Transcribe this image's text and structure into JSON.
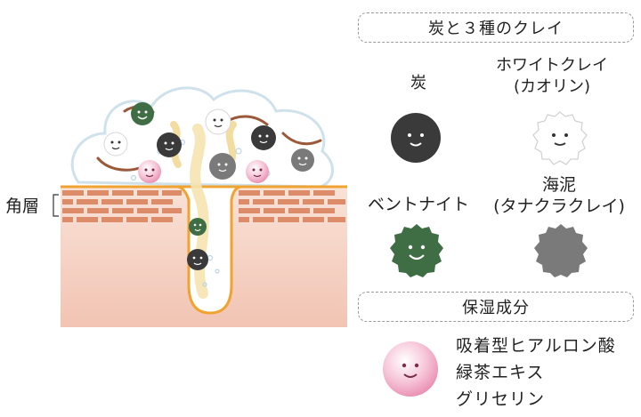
{
  "diagram": {
    "skin_layer_label": "角層"
  },
  "clays": {
    "title": "炭と３種のクレイ",
    "items": [
      {
        "label": "炭",
        "color": "#3a3a3a",
        "icon": "charcoal-ball-icon"
      },
      {
        "label_line1": "ホワイトクレイ",
        "label_line2": "(カオリン)",
        "color": "#ffffff",
        "icon": "white-clay-ball-icon"
      },
      {
        "label": "ベントナイト",
        "color": "#3f6e44",
        "icon": "bentonite-ball-icon"
      },
      {
        "label_line1": "海泥",
        "label_line2": "(タナクラクレイ)",
        "color": "#7a7a7a",
        "icon": "sea-mud-ball-icon"
      }
    ]
  },
  "moisture": {
    "title": "保湿成分",
    "items": [
      "吸着型ヒアルロン酸",
      "緑茶エキス",
      "グリセリン"
    ],
    "color": "#f4b8cf",
    "icon": "moisture-ball-icon"
  }
}
